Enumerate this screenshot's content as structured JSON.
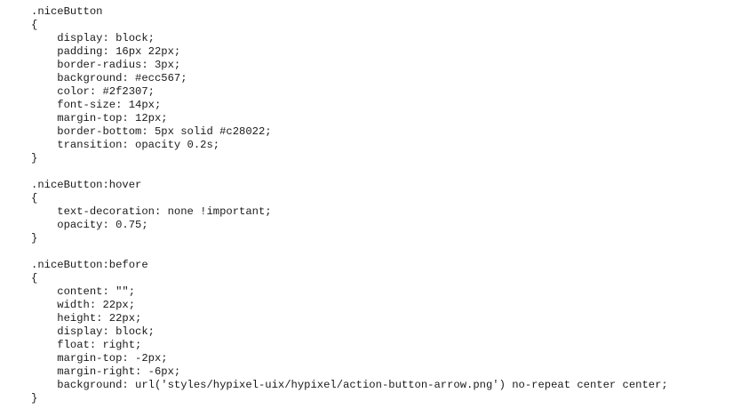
{
  "editor": {
    "lines": [
      ".niceButton",
      "{",
      "    display: block;",
      "    padding: 16px 22px;",
      "    border-radius: 3px;",
      "    background: #ecc567;",
      "    color: #2f2307;",
      "    font-size: 14px;",
      "    margin-top: 12px;",
      "    border-bottom: 5px solid #c28022;",
      "    transition: opacity 0.2s;",
      "}",
      "",
      ".niceButton:hover",
      "{",
      "    text-decoration: none !important;",
      "    opacity: 0.75;",
      "}",
      "",
      ".niceButton:before",
      "{",
      "    content: \"\";",
      "    width: 22px;",
      "    height: 22px;",
      "    display: block;",
      "    float: right;",
      "    margin-top: -2px;",
      "    margin-right: -6px;",
      "    background: url('styles/hypixel-uix/hypixel/action-button-arrow.png') no-repeat center center;",
      "}"
    ]
  }
}
